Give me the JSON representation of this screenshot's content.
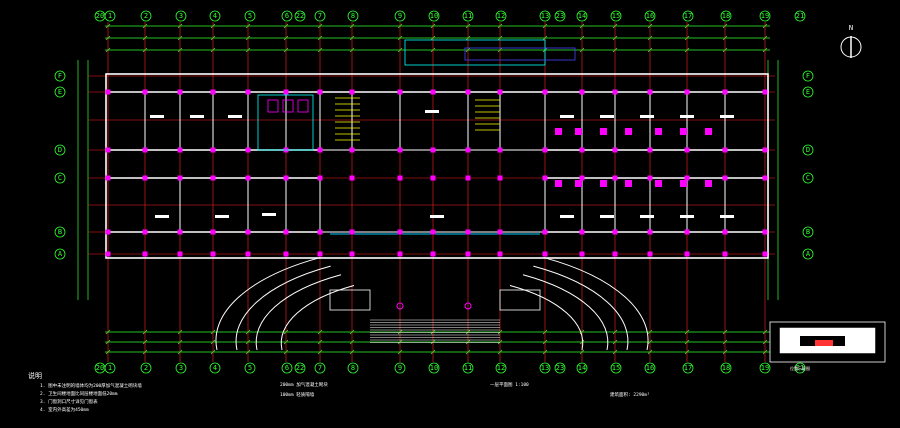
{
  "drawing": {
    "axes_top": [
      "1",
      "2",
      "3",
      "4",
      "5",
      "6",
      "7",
      "8",
      "9",
      "10",
      "11",
      "12",
      "13",
      "14",
      "15",
      "16",
      "17",
      "18",
      "19",
      "20",
      "21",
      "22",
      "23"
    ],
    "axes_side": [
      "F",
      "E",
      "D",
      "C",
      "B",
      "A"
    ],
    "axes_bottom": [
      "1",
      "2",
      "3",
      "4",
      "5",
      "6",
      "7",
      "8",
      "9",
      "10",
      "11",
      "12",
      "13",
      "14",
      "15",
      "16",
      "17",
      "18",
      "19",
      "20",
      "21",
      "22",
      "23"
    ],
    "north_symbol": "N",
    "notes_header": "说明",
    "notes": [
      "1. 图中未注明的墙体均为200厚加气混凝土砌块墙",
      "2. 卫生间楼地面比同层楼地面低20mm",
      "3. 门窗洞口尺寸详见门窗表",
      "4. 室内外高差为450mm"
    ],
    "legend": [
      "200mm 加气混凝土砌块",
      "100mm 轻质隔墙",
      "一层平面图 1:100",
      "建筑面积: 2290m²"
    ],
    "keymap_caption": "位置示意图",
    "colors": {
      "axis": "#33ff33",
      "wall": "#ffffff",
      "column": "#ff00ff",
      "grid": "#ff2222",
      "text": "#ffffff",
      "accent": "#ffff00"
    }
  }
}
